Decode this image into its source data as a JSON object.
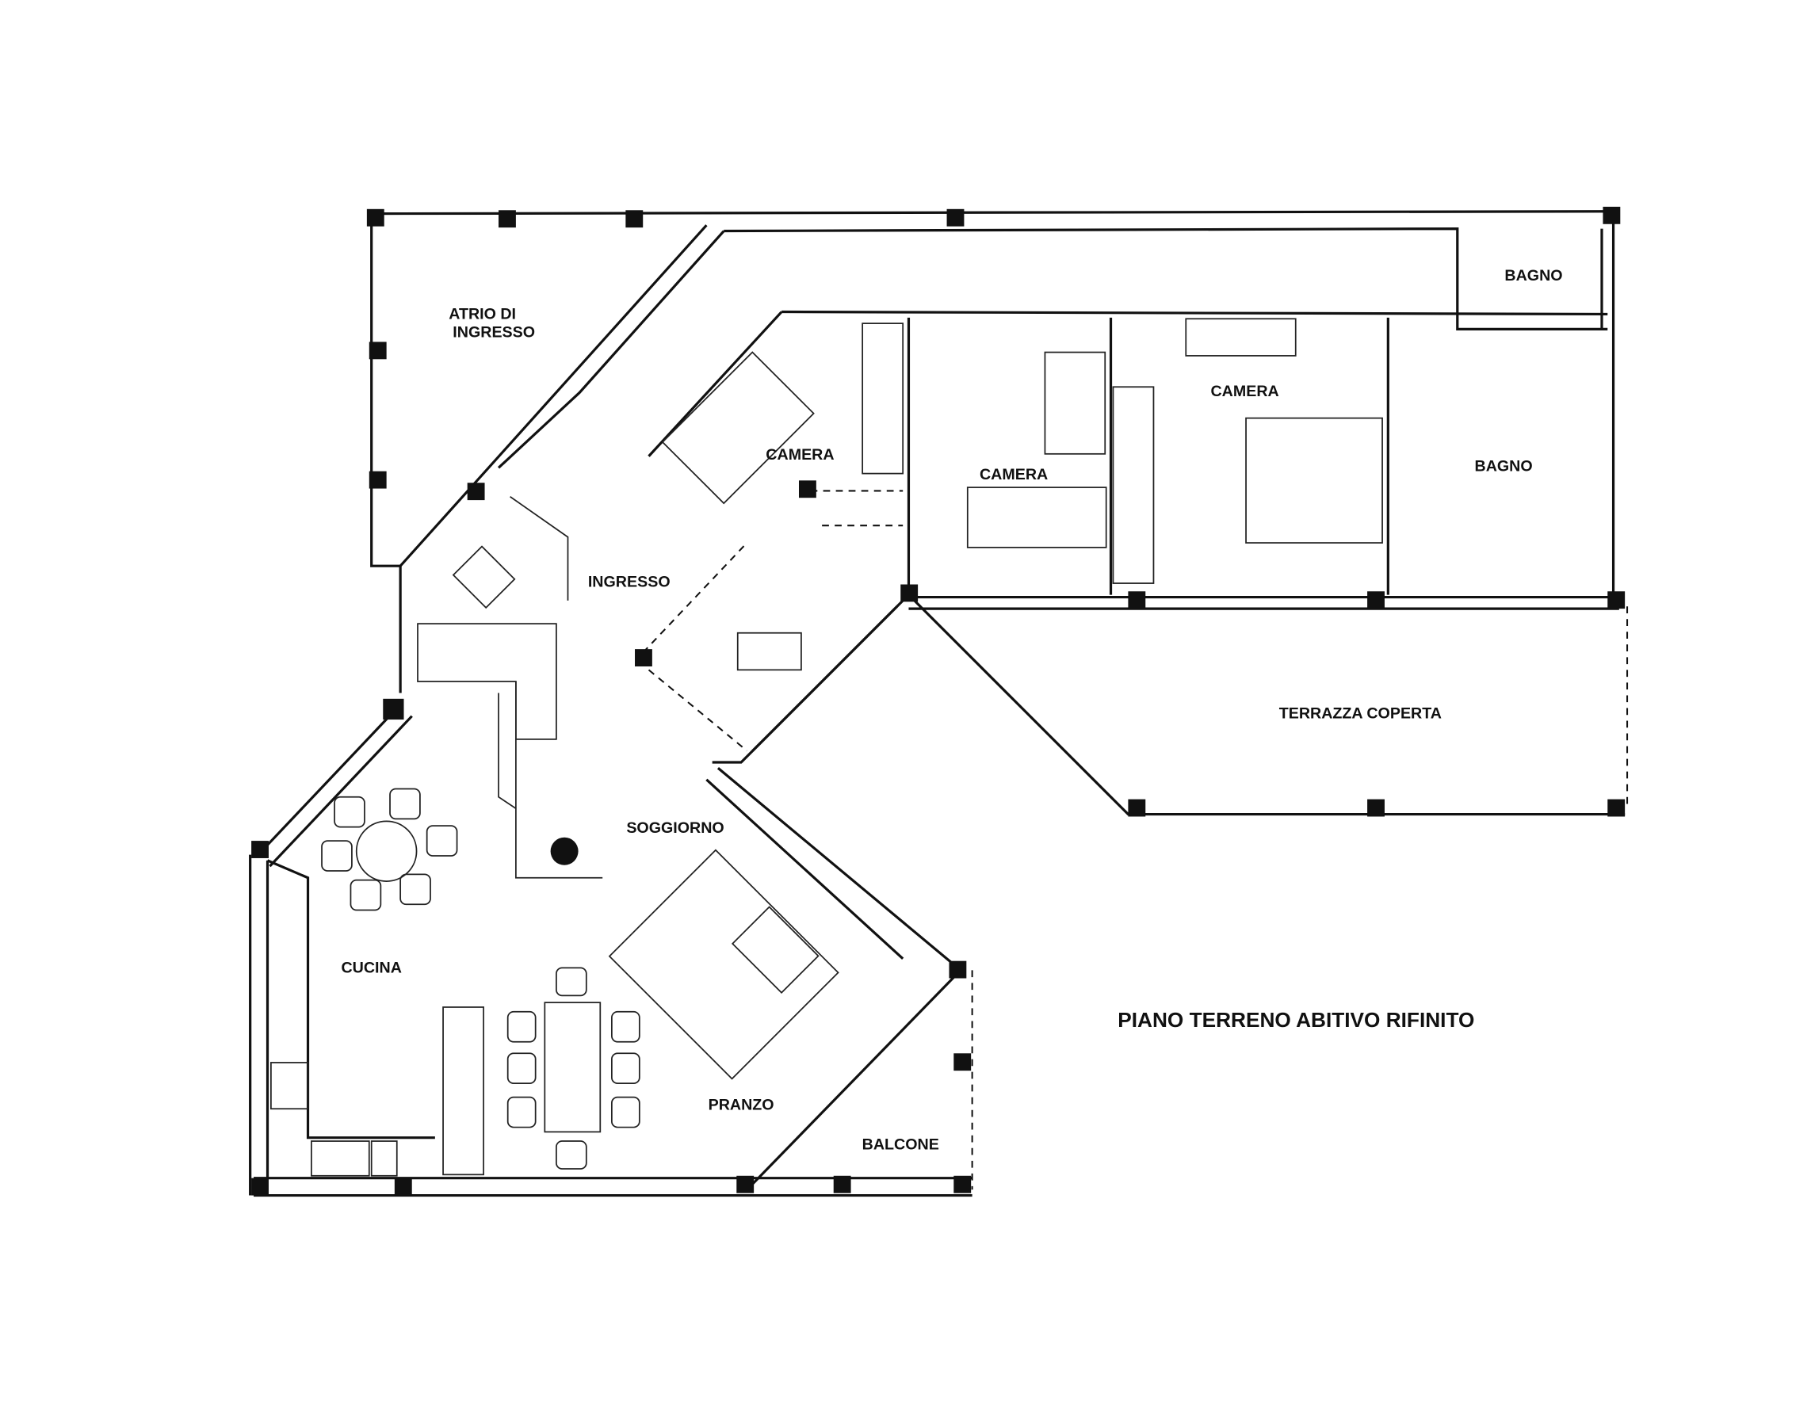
{
  "title": "PIANO TERRENO ABITIVO RIFINITO",
  "rooms": {
    "atrio_line1": "ATRIO DI",
    "atrio_line2": "INGRESSO",
    "bagno_small": "BAGNO",
    "bagno_large": "BAGNO",
    "camera_1": "CAMERA",
    "camera_2": "CAMERA",
    "camera_3": "CAMERA",
    "ingresso": "INGRESSO",
    "terrazza": "TERRAZZA COPERTA",
    "soggiorno": "SOGGIORNO",
    "cucina": "CUCINA",
    "pranzo": "PRANZO",
    "balcone": "BALCONE"
  }
}
